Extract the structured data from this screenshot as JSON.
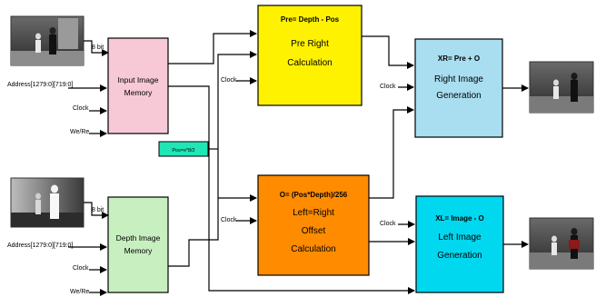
{
  "colors": {
    "input_memory": "#f7c8d6",
    "depth_memory": "#c8efc0",
    "pre_right": "#fff200",
    "offset_calc": "#ff8c00",
    "right_gen": "#a8def0",
    "left_gen": "#00d8f0",
    "pos_box": "#1fe6b5"
  },
  "inputs": {
    "top": {
      "bits": "8 bit",
      "address": "Address[1279:0][719:0]",
      "clock": "Clock",
      "we": "We/Re"
    },
    "bottom": {
      "bits": "8 bit",
      "address": "Address[1279:0][719:0]",
      "clock": "Clock",
      "we": "We/Re"
    }
  },
  "blocks": {
    "input_memory": {
      "line1": "Input Image",
      "line2": "Memory"
    },
    "depth_memory": {
      "line1": "Depth Image",
      "line2": "Memory"
    },
    "pos": {
      "label": "Pos=x*8/2"
    },
    "pre_right": {
      "formula": "Pre= Depth - Pos",
      "line1": "Pre Right",
      "line2": "Calculation",
      "clock": "Clock"
    },
    "offset": {
      "formula": "O= (Pos*Depth)/256",
      "line1": "Left=Right",
      "line2": "Offset",
      "line3": "Calculation",
      "clock": "Clock"
    },
    "right_gen": {
      "formula": "XR= Pre + O",
      "line1": "Right Image",
      "line2": "Generation",
      "clock": "Clock"
    },
    "left_gen": {
      "formula": "XL= Image - O",
      "line1": "Left Image",
      "line2": "Generation",
      "clock": "Clock"
    }
  }
}
